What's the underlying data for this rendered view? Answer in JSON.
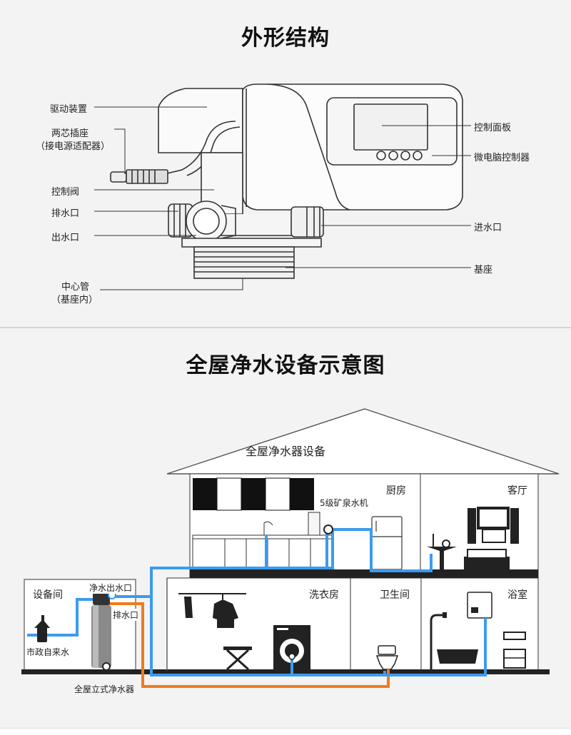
{
  "section1": {
    "title": "外形结构",
    "labels": {
      "drive": "驱动装置",
      "plug_line1": "两芯插座",
      "plug_line2": "（接电源适配器）",
      "control_valve": "控制阀",
      "drain": "排水口",
      "outlet": "出水口",
      "center_pipe_line1": "中心管",
      "center_pipe_line2": "（基座内）",
      "control_panel": "控制面板",
      "micro_controller": "微电脑控制器",
      "inlet": "进水口",
      "base": "基座"
    }
  },
  "section2": {
    "title": "全屋净水设备示意图",
    "roof_label": "全屋净水器设备",
    "rooms": {
      "kitchen": "厨房",
      "living": "客厅",
      "equipment": "设备间",
      "laundry": "洗衣房",
      "toilet": "卫生间",
      "bath": "浴室"
    },
    "labels": {
      "mineral_machine": "5级矿泉水机",
      "clean_outlet": "净水出水口",
      "drain": "排水口",
      "municipal": "市政自来水",
      "whole_house_filter": "全屋立式净水器"
    }
  },
  "colors": {
    "clean_water": "#3a9bf0",
    "drain_water": "#f07a1c",
    "lines": "#333333",
    "background": "#f3f3f3"
  }
}
